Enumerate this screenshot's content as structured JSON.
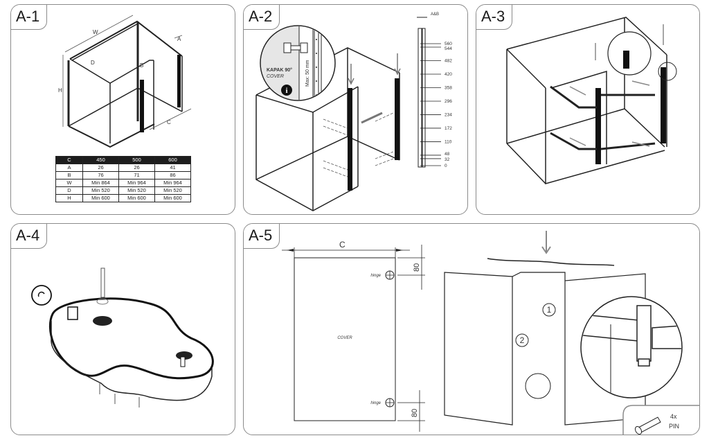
{
  "panels": [
    {
      "id": "A-1",
      "label": "A-1"
    },
    {
      "id": "A-2",
      "label": "A-2"
    },
    {
      "id": "A-3",
      "label": "A-3"
    },
    {
      "id": "A-4",
      "label": "A-4"
    },
    {
      "id": "A-5",
      "label": "A-5"
    }
  ],
  "a1": {
    "dims": {
      "W": "W",
      "D": "D",
      "H": "H",
      "A": "A",
      "B": "B",
      "C": "C"
    },
    "table": {
      "header": [
        "C",
        "450",
        "500",
        "600"
      ],
      "rows": [
        [
          "A",
          "26",
          "26",
          "41"
        ],
        [
          "B",
          "76",
          "71",
          "86"
        ],
        [
          "W",
          "Min 864",
          "Min 964",
          "Min 964"
        ],
        [
          "D",
          "Min 520",
          "Min 520",
          "Min 520"
        ],
        [
          "H",
          "Min 600",
          "Min 600",
          "Min 600"
        ]
      ]
    }
  },
  "a2": {
    "callout_title": "KAPAK 90°",
    "callout_subtitle": "COVER",
    "max_label": "Max: 50 mm",
    "info_icon": "i",
    "rail_header": "A&B",
    "rail_marks": [
      "560",
      "544",
      "482",
      "420",
      "358",
      "296",
      "234",
      "172",
      "110",
      "48",
      "32",
      "0"
    ]
  },
  "a5": {
    "c_label": "C",
    "cover_label": "COVER",
    "hinge_top": "hinge",
    "hinge_bottom": "hinge",
    "dim_top": "80",
    "dim_bottom": "80",
    "step1": "1",
    "step2": "2",
    "pin_qty": "4x",
    "pin_label": "PIN"
  }
}
